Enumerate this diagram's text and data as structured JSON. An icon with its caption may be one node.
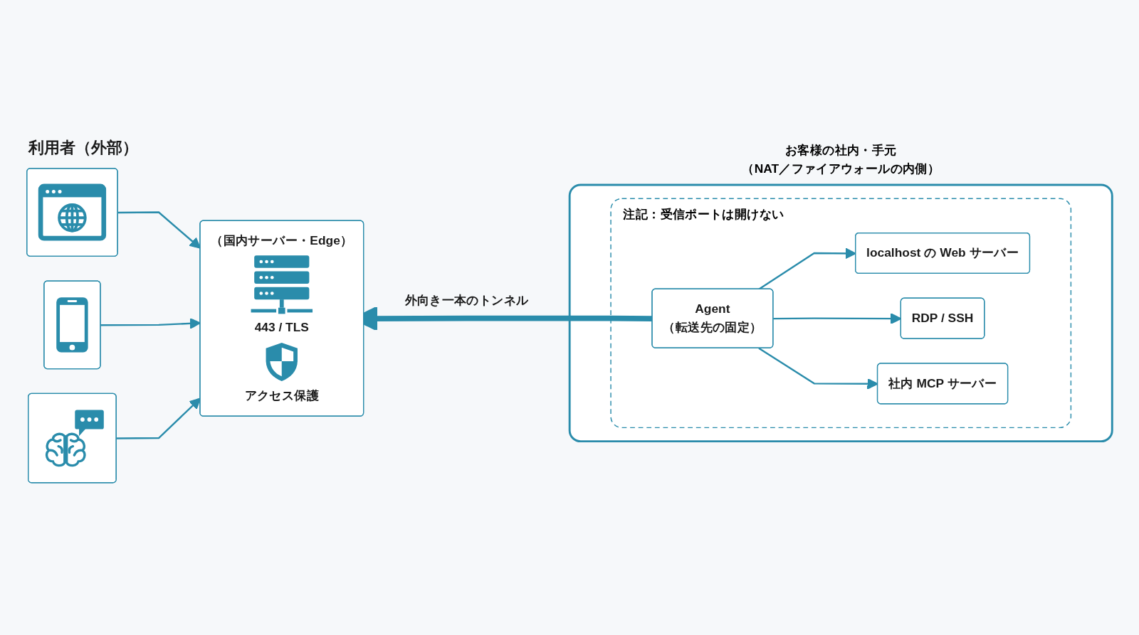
{
  "diagram": {
    "nodes": [
      {
        "text": [],
        "shape": "picture"
      },
      {
        "text": [],
        "shape": "picture"
      },
      {
        "text": [],
        "shape": "picture"
      },
      {
        "text": [
          "（国内サーバー・Edge）",
          "443 / TLS",
          "アクセス保護"
        ]
      },
      {
        "text": [
          "お客様の社内・手元",
          "（NAT／ファイアウォールの内側）"
        ]
      },
      {
        "text": [
          "注記：受信ポートは開けない"
        ],
        "in": 4
      },
      {
        "text": [
          "Agent",
          "（転送先の固定）"
        ],
        "in": 5
      },
      {
        "text": [
          "localhost の Web サーバー"
        ],
        "in": 5
      },
      {
        "text": [
          "RDP / SSH"
        ],
        "in": 5
      },
      {
        "text": [
          "社内 MCP サーバー"
        ],
        "in": 5
      }
    ],
    "edges": [
      {
        "from": 0,
        "to": 3,
        "arrow": "to"
      },
      {
        "from": 1,
        "to": 3,
        "arrow": "to"
      },
      {
        "from": 2,
        "to": 3,
        "arrow": "to"
      },
      {
        "from": 6,
        "to": 3,
        "arrow": "to",
        "label": "外向き一本のトンネル",
        "style": "thick"
      },
      {
        "from": 6,
        "to": 7,
        "arrow": "to"
      },
      {
        "from": 6,
        "to": 8,
        "arrow": "to"
      },
      {
        "from": 6,
        "to": 9,
        "arrow": "to"
      }
    ],
    "labels": [
      "利用者（外部）"
    ]
  }
}
